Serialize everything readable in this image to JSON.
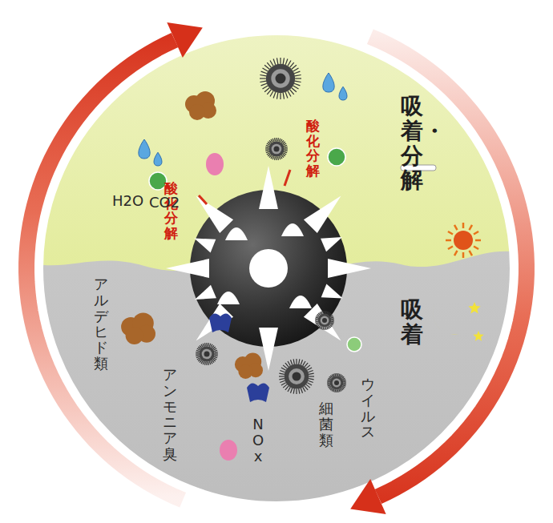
{
  "diagram": {
    "labels": [
      "吸着・分解",
      "酸化分解",
      "酸化分解",
      "H2O",
      "CO2",
      "アルデヒド類",
      "アンモニア臭",
      "NOx",
      "細菌類",
      "ウイルス",
      "吸着"
    ]
  }
}
